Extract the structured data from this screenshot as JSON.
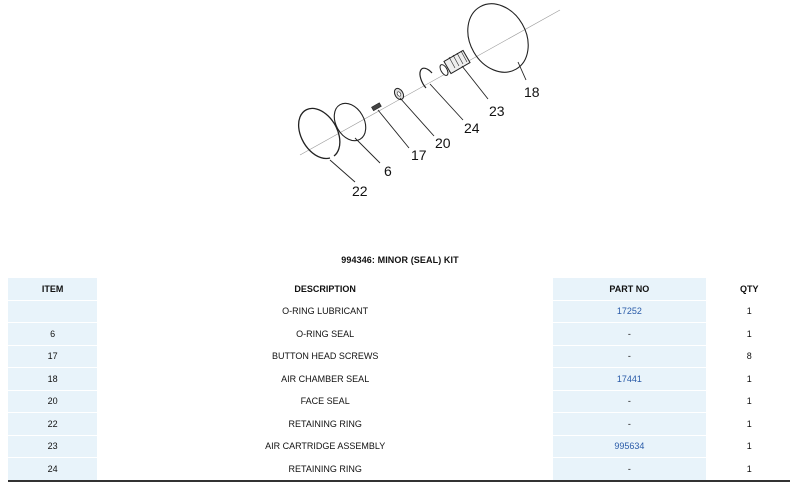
{
  "diagram": {
    "callouts": [
      "18",
      "23",
      "24",
      "20",
      "17",
      "6",
      "22"
    ]
  },
  "kit": {
    "title": "994346: MINOR (SEAL) KIT"
  },
  "table": {
    "headers": {
      "item": "ITEM",
      "description": "DESCRIPTION",
      "part_no": "PART NO",
      "qty": "QTY"
    },
    "rows": [
      {
        "item": "",
        "description": "O-RING LUBRICANT",
        "part_no": "17252",
        "qty": "1"
      },
      {
        "item": "6",
        "description": "O-RING SEAL",
        "part_no": "-",
        "qty": "1"
      },
      {
        "item": "17",
        "description": "BUTTON HEAD SCREWS",
        "part_no": "-",
        "qty": "8"
      },
      {
        "item": "18",
        "description": "AIR CHAMBER SEAL",
        "part_no": "17441",
        "qty": "1"
      },
      {
        "item": "20",
        "description": "FACE SEAL",
        "part_no": "-",
        "qty": "1"
      },
      {
        "item": "22",
        "description": "RETAINING RING",
        "part_no": "-",
        "qty": "1"
      },
      {
        "item": "23",
        "description": "AIR CARTRIDGE ASSEMBLY",
        "part_no": "995634",
        "qty": "1"
      },
      {
        "item": "24",
        "description": "RETAINING RING",
        "part_no": "-",
        "qty": "1"
      }
    ]
  },
  "colors": {
    "row_shade": "#e8f3fa",
    "link": "#2a5ba8"
  }
}
